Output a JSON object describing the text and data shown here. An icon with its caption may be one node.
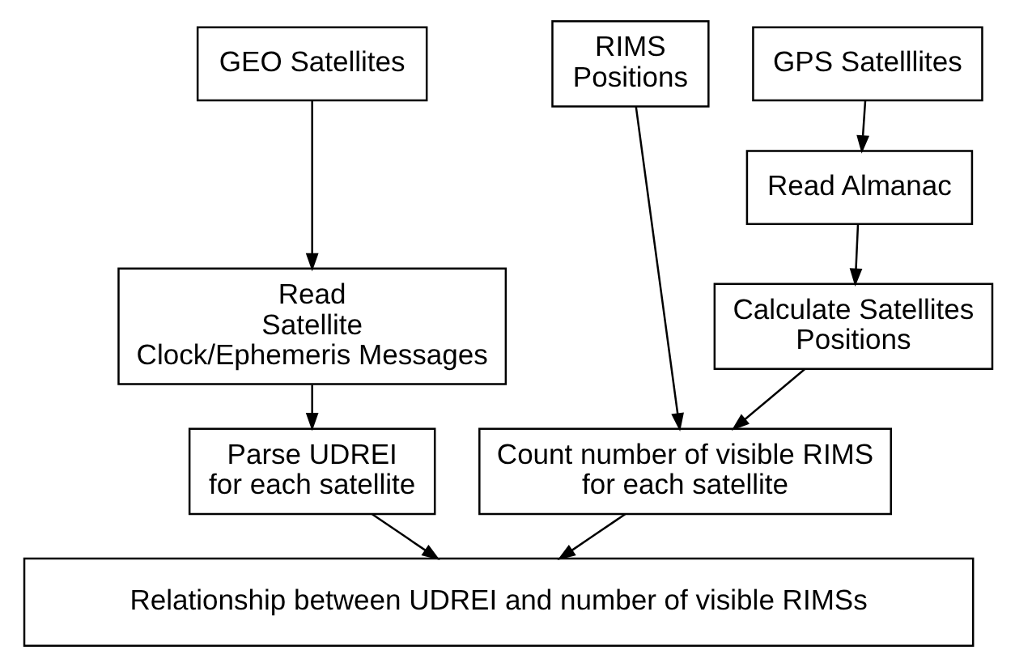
{
  "diagram": {
    "nodes": [
      {
        "text": [
          "GEO Satellites"
        ]
      },
      {
        "text": [
          "GPS Satelllites"
        ]
      },
      {
        "text": [
          "RIMS Positions"
        ]
      },
      {
        "text": [
          "Read Satellite Clock/Ephemeris Messages"
        ]
      },
      {
        "text": [
          "Read Almanac"
        ]
      },
      {
        "text": [
          "Calculate Satellites Positions"
        ]
      },
      {
        "text": [
          "Parse UDREI for each satellite"
        ]
      },
      {
        "text": [
          "Count number of visible RIMS for each satellite"
        ]
      },
      {
        "text": [
          "Relationship between UDREI and number of visible RIMSs"
        ]
      }
    ],
    "edges": [
      {
        "from": 0,
        "to": 3,
        "arrow": "to"
      },
      {
        "from": 3,
        "to": 6,
        "arrow": "to"
      },
      {
        "from": 1,
        "to": 4,
        "arrow": "to"
      },
      {
        "from": 4,
        "to": 5,
        "arrow": "to"
      },
      {
        "from": 5,
        "to": 7,
        "arrow": "to"
      },
      {
        "from": 2,
        "to": 7,
        "arrow": "to"
      },
      {
        "from": 6,
        "to": 8,
        "arrow": "to"
      },
      {
        "from": 7,
        "to": 8,
        "arrow": "to"
      }
    ]
  }
}
